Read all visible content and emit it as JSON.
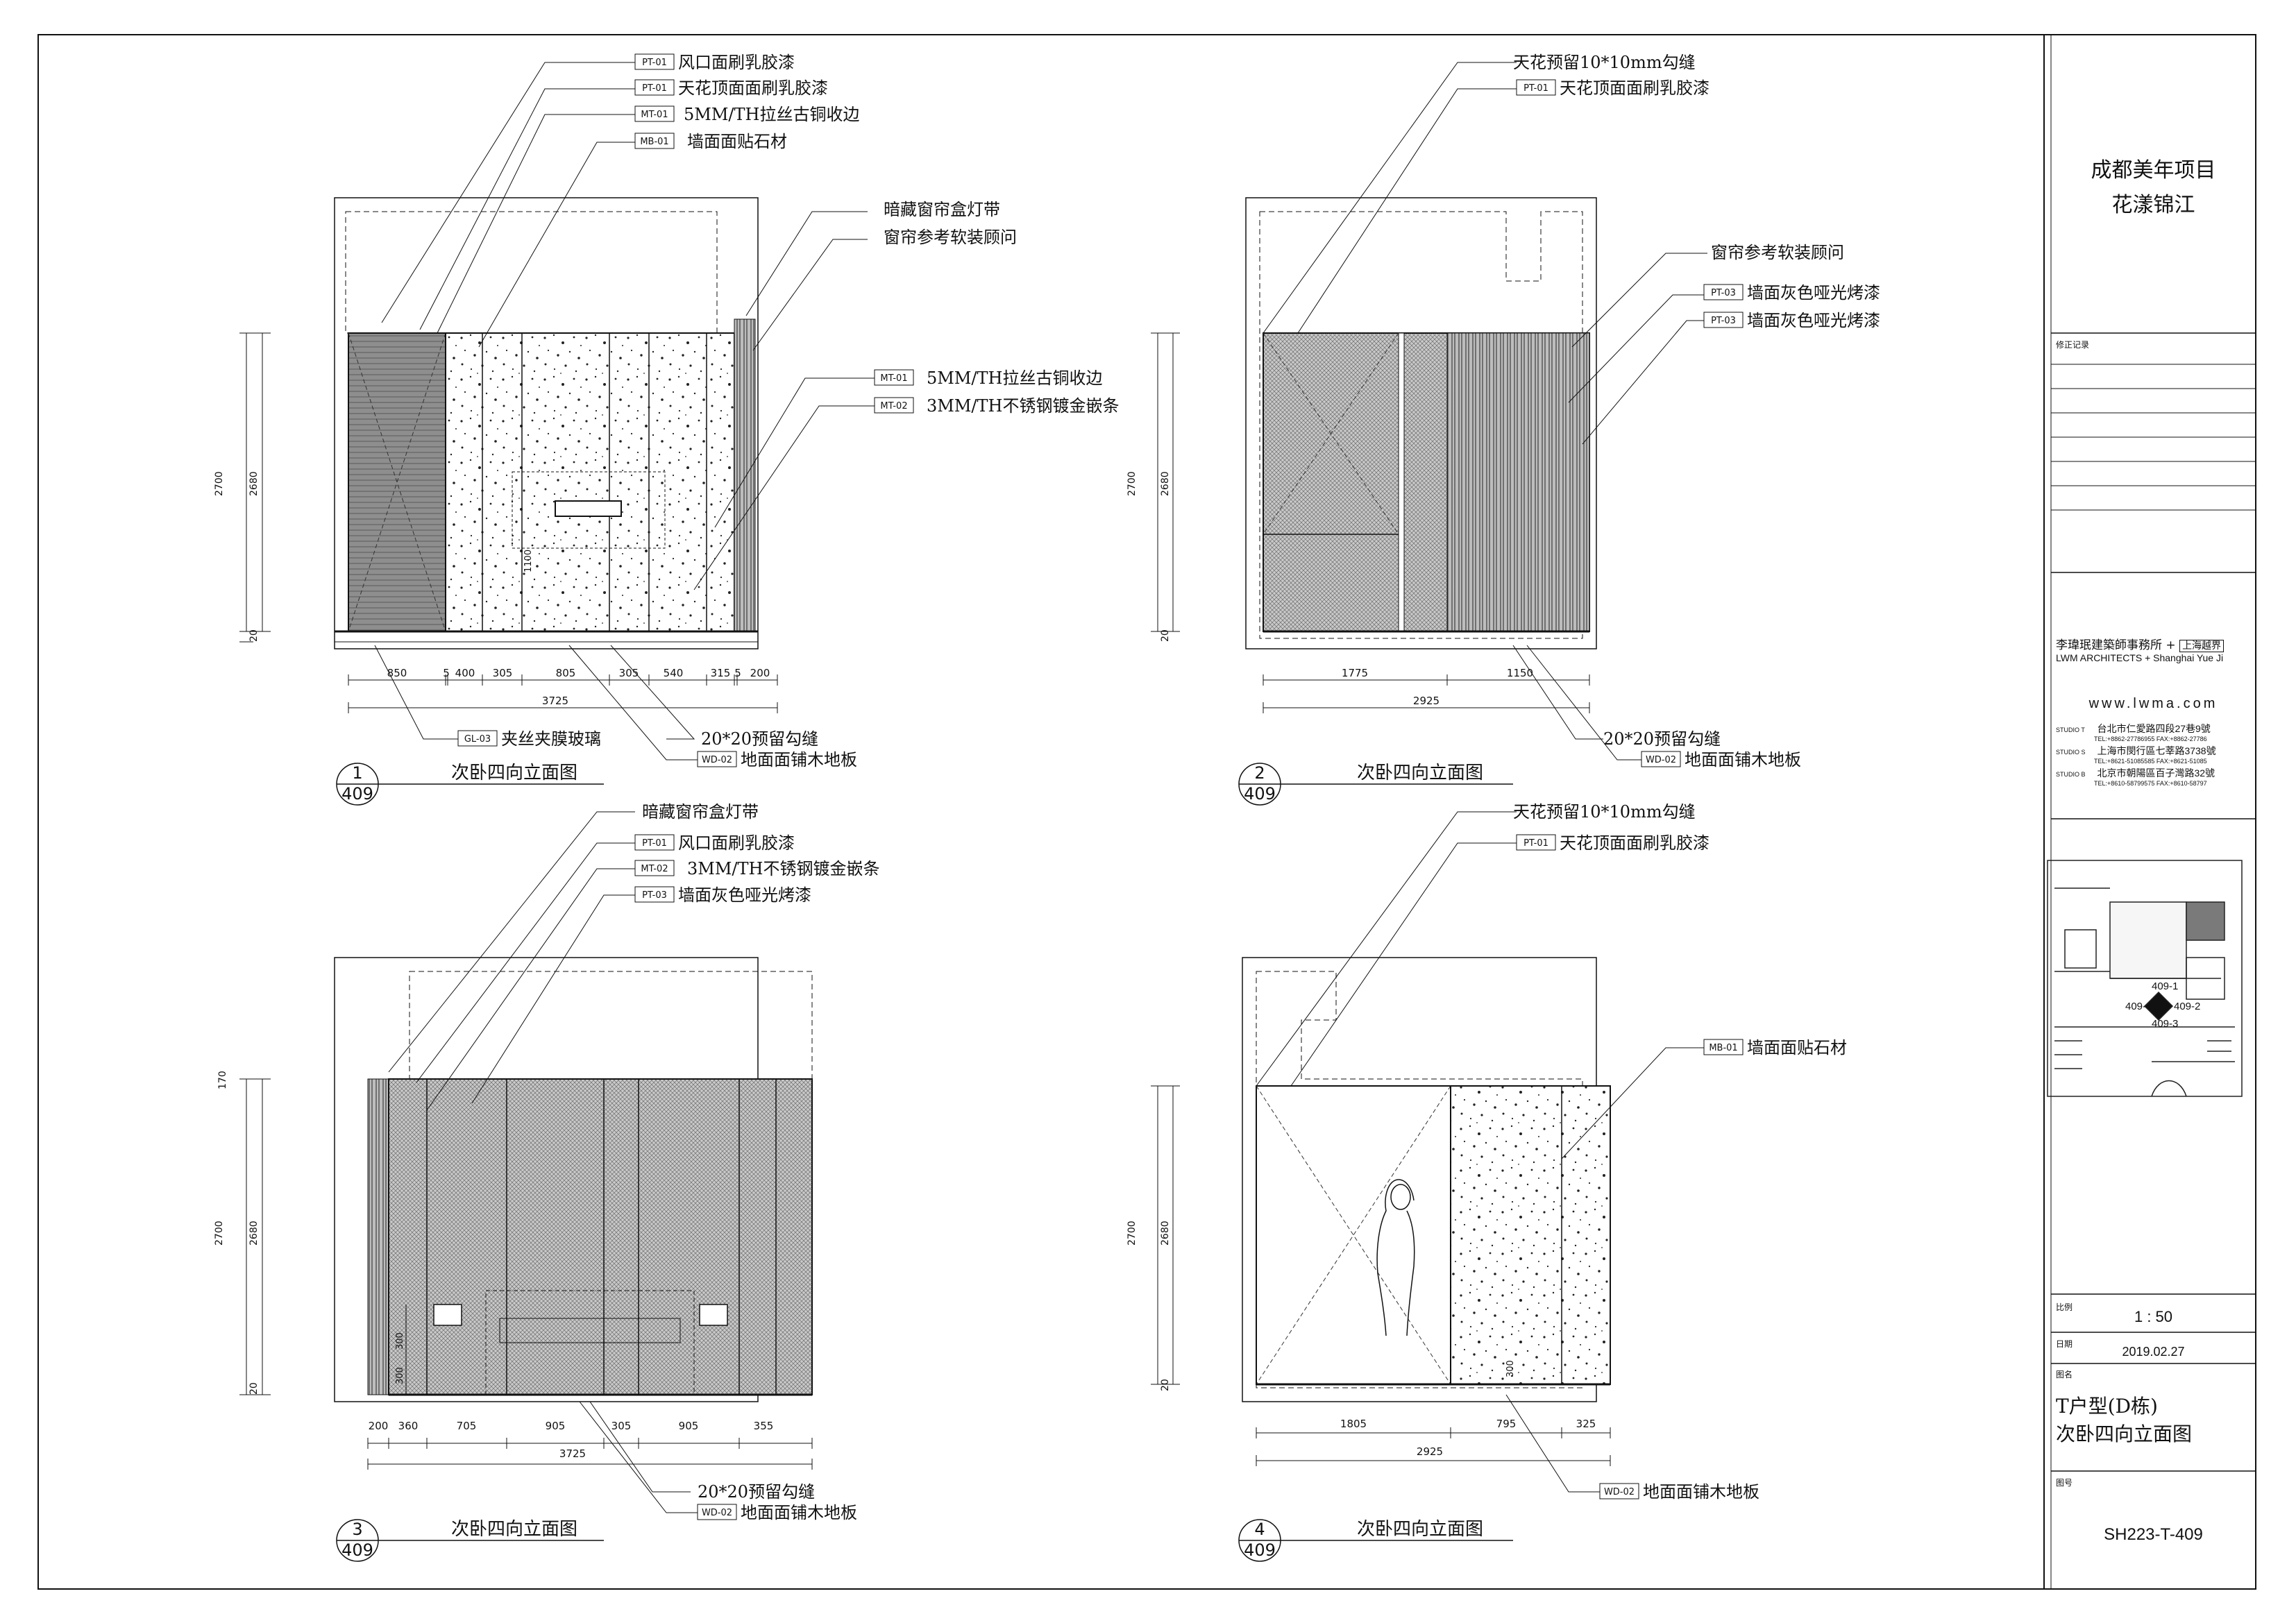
{
  "title_block": {
    "project_name_1": "成都美年项目",
    "project_name_2": "花漾锦江",
    "revision_label": "修正记录",
    "firm_cn": "李瑋珉建築師事務所",
    "firm_plus": "+",
    "firm_partner_cn": "上海越界",
    "firm_en": "LWM ARCHITECTS + Shanghai Yue Ji",
    "website": "www.lwma.com",
    "studios": [
      {
        "tag": "STUDIO T",
        "address": "台北市仁愛路四段27巷9號",
        "phone": "TEL:+8862-27786955  FAX:+8862-27786"
      },
      {
        "tag": "STUDIO S",
        "address": "上海市閔行區七莘路3738號",
        "phone": "TEL:+8621-51085585  FAX:+8621-51085"
      },
      {
        "tag": "STUDIO B",
        "address": "北京市朝陽區百子灣路32號",
        "phone": "TEL:+8610-58799575  FAX:+8610-58797"
      }
    ],
    "scale_label": "比例",
    "scale": "1 : 50",
    "date_label": "日期",
    "date": "2019.02.27",
    "drawing_name_label": "图名",
    "drawing_name_1": "T户型(D栋)",
    "drawing_name_2": "次卧四向立面图",
    "drawing_no_label": "图号",
    "drawing_no": "SH223-T-409"
  },
  "key_plan": {
    "labels": [
      "409-1",
      "409-2",
      "409-3",
      "409-4"
    ]
  },
  "views": [
    {
      "number": "1",
      "sheet": "409",
      "title": "次卧四向立面图",
      "callouts": [
        {
          "code": "PT-01",
          "text": "风口面刷乳胶漆"
        },
        {
          "code": "PT-01",
          "text": "天花顶面面刷乳胶漆"
        },
        {
          "code": "MT-01",
          "text": "5MM/TH拉丝古铜收边"
        },
        {
          "code": "MB-01",
          "text": "墙面面贴石材"
        },
        {
          "code": "",
          "text": "暗藏窗帘盒灯带"
        },
        {
          "code": "",
          "text": "窗帘参考软装顾问"
        },
        {
          "code": "MT-01",
          "text": "5MM/TH拉丝古铜收边"
        },
        {
          "code": "MT-02",
          "text": "3MM/TH不锈钢镀金嵌条"
        },
        {
          "code": "GL-03",
          "text": "夹丝夹膜玻璃"
        },
        {
          "code": "",
          "text": "20*20预留勾缝"
        },
        {
          "code": "WD-02",
          "text": "地面面铺木地板"
        }
      ],
      "dims_h": [
        "850",
        "5",
        "400",
        "305",
        "805",
        "305",
        "540",
        "315",
        "5",
        "200"
      ],
      "dim_total": "3725",
      "dims_v": [
        "2700",
        "2680",
        "20"
      ],
      "inner_dim": "1100"
    },
    {
      "number": "2",
      "sheet": "409",
      "title": "次卧四向立面图",
      "callouts": [
        {
          "code": "",
          "text": "天花预留10*10mm勾缝"
        },
        {
          "code": "PT-01",
          "text": "天花顶面面刷乳胶漆"
        },
        {
          "code": "",
          "text": "窗帘参考软装顾问"
        },
        {
          "code": "PT-03",
          "text": "墙面灰色哑光烤漆"
        },
        {
          "code": "PT-03",
          "text": "墙面灰色哑光烤漆"
        },
        {
          "code": "",
          "text": "20*20预留勾缝"
        },
        {
          "code": "WD-02",
          "text": "地面面铺木地板"
        }
      ],
      "dims_h": [
        "1775",
        "1150"
      ],
      "dim_total": "2925",
      "dims_v": [
        "2700",
        "2680",
        "20"
      ]
    },
    {
      "number": "3",
      "sheet": "409",
      "title": "次卧四向立面图",
      "callouts": [
        {
          "code": "",
          "text": "暗藏窗帘盒灯带"
        },
        {
          "code": "PT-01",
          "text": "风口面刷乳胶漆"
        },
        {
          "code": "MT-02",
          "text": "3MM/TH不锈钢镀金嵌条"
        },
        {
          "code": "PT-03",
          "text": "墙面灰色哑光烤漆"
        },
        {
          "code": "",
          "text": "20*20预留勾缝"
        },
        {
          "code": "WD-02",
          "text": "地面面铺木地板"
        }
      ],
      "dims_h": [
        "200",
        "360",
        "705",
        "905",
        "305",
        "905",
        "355"
      ],
      "dim_total": "3725",
      "dims_v": [
        "170",
        "2700",
        "2680",
        "20"
      ],
      "inner_dims": [
        "300",
        "300"
      ]
    },
    {
      "number": "4",
      "sheet": "409",
      "title": "次卧四向立面图",
      "callouts": [
        {
          "code": "",
          "text": "天花预留10*10mm勾缝"
        },
        {
          "code": "PT-01",
          "text": "天花顶面面刷乳胶漆"
        },
        {
          "code": "MB-01",
          "text": "墙面面贴石材"
        },
        {
          "code": "WD-02",
          "text": "地面面铺木地板"
        }
      ],
      "dims_h": [
        "1805",
        "795",
        "325"
      ],
      "dim_total": "2925",
      "dims_v": [
        "2700",
        "2680",
        "20"
      ],
      "inner_dim": "300"
    }
  ],
  "colors": {
    "line": "#111111",
    "hatch_fill": "#9a9a9a",
    "glass_fill": "#b9b9b9"
  }
}
